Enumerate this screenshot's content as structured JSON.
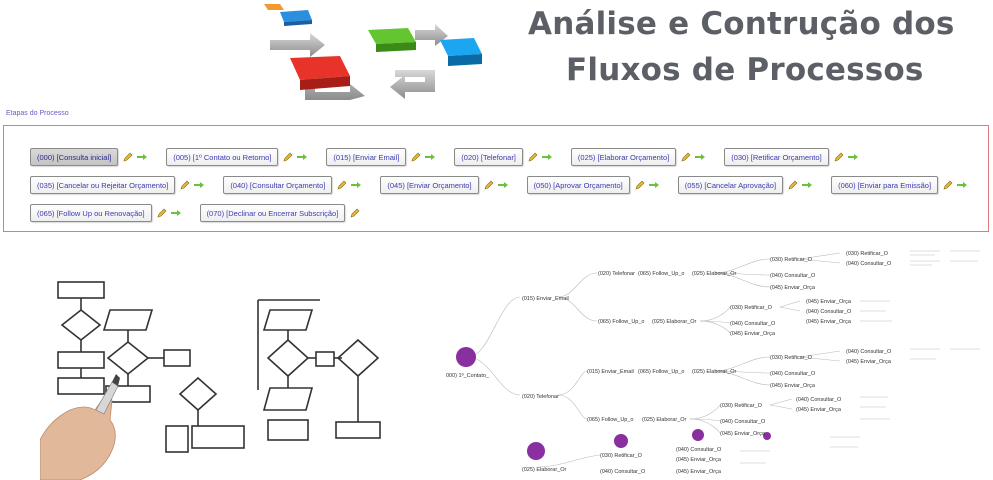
{
  "header": {
    "title_line1": "Análise e Contrução dos",
    "title_line2": "Fluxos de Processos"
  },
  "section_label": "Etapas do Processo",
  "steps": [
    {
      "label": "(000) [Consulta inicial]",
      "selected": true
    },
    {
      "label": "(005) [1º Contato ou Retorno]"
    },
    {
      "label": "(015) [Enviar Email]"
    },
    {
      "label": "(020) [Telefonar]"
    },
    {
      "label": "(025) [Elaborar Orçamento]"
    },
    {
      "label": "(030) [Retificar Orçamento]"
    },
    {
      "label": "(035) [Cancelar ou Rejeitar Orçamento]"
    },
    {
      "label": "(040) [Consultar Orçamento]"
    },
    {
      "label": "(045) [Enviar Orçamento]"
    },
    {
      "label": "(050) [Aprovar Orçamento]"
    },
    {
      "label": "(055) [Cancelar Aprovação]"
    },
    {
      "label": "(060) [Enviar para Emissão]"
    },
    {
      "label": "(065) [Follow Up ou Renovação]"
    },
    {
      "label": "(070) [Declinar ou Encerrar Subscrição]"
    }
  ],
  "mindmap": {
    "root": "000) 1º_Contato_",
    "nodes": [
      "(015) Enviar_Email",
      "(020) Telefonar",
      "(025) Elaborar_Or",
      "(020) Telefonar",
      "(065) Follow_Up_o",
      "(025) Elaborar_Or",
      "(030) Retificar_O",
      "(040) Consultar_O",
      "(045) Enviar_Orça",
      "(030) Retificar_O",
      "(040) Consultar_O",
      "(045) Enviar_Orça",
      "(065) Follow_Up_o",
      "(025) Elaborar_Or",
      "(030) Retificar_O",
      "(040) Consultar_O",
      "(045) Enviar_Orça",
      "(040) Consultar_O",
      "(045) Enviar_Orça",
      "(015) Enviar_Email",
      "(065) Follow_Up_o",
      "(025) Elaborar_Or",
      "(030) Retificar_O",
      "(040) Consultar_O",
      "(045) Enviar_Orça",
      "(040) Consultar_O",
      "(045) Enviar_Orça",
      "(065) Follow_Up_o",
      "(025) Elaborar_Or",
      "(030) Retificar_O",
      "(040) Consultar_O",
      "(045) Enviar_Orça",
      "(040) Consultar_O",
      "(045) Enviar_Orça",
      "(030) Retificar_O",
      "(040) Consultar_O",
      "(045) Enviar_Orça",
      "(040) Consultar_O",
      "(045) Enviar_Orça"
    ],
    "accent_color": "#8a2fa0"
  },
  "colors": {
    "title": "#5c5f66",
    "panel_border": "#e07a7a",
    "step_text": "#3b3bb0",
    "section_label": "#6b57c4"
  }
}
